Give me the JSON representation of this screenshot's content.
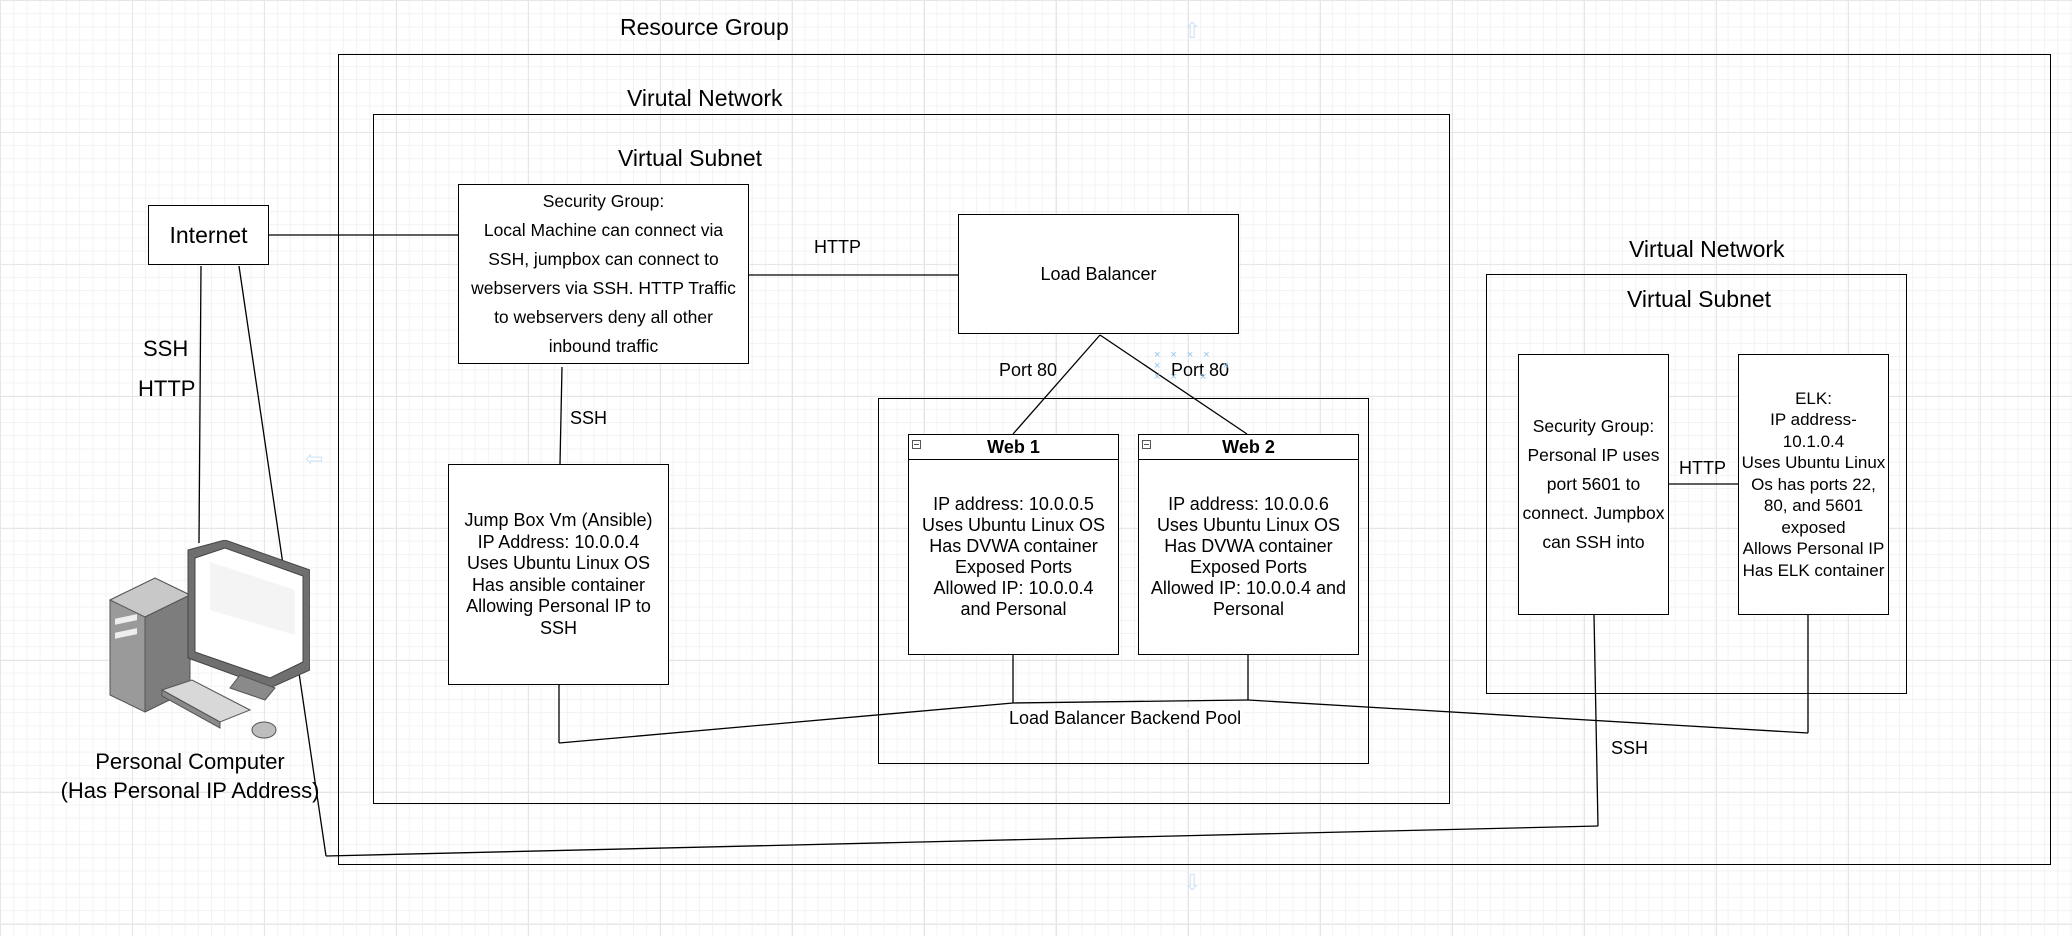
{
  "resource_group": {
    "label": "Resource Group"
  },
  "vnet1": {
    "label": "Virutal Network",
    "subnet_label": "Virtual Subnet",
    "security_group": "Security Group:\nLocal Machine can connect via\nSSH, jumpbox can connect to\nwebservers via SSH. HTTP Traffic\nto webservers deny all other\ninbound traffic",
    "load_balancer": "Load Balancer",
    "http_label": "HTTP",
    "ssh_label": "SSH",
    "port_web1": "Port 80",
    "port_web2": "Port 80",
    "jumpbox": "Jump Box Vm (Ansible)\nIP Address: 10.0.0.4\nUses Ubuntu Linux OS\nHas ansible container\nAllowing Personal IP to\nSSH",
    "web1": {
      "title": "Web 1",
      "body": "IP address: 10.0.0.5\nUses Ubuntu Linux OS\nHas DVWA container\nExposed Ports\nAllowed IP: 10.0.0.4\nand Personal"
    },
    "web2": {
      "title": "Web 2",
      "body": "IP address: 10.0.0.6\nUses Ubuntu Linux OS\nHas DVWA container\nExposed Ports\nAllowed IP: 10.0.0.4 and\nPersonal"
    },
    "backend_pool": "Load Balancer Backend Pool"
  },
  "vnet2": {
    "label": "Virtual Network",
    "subnet_label": "Virtual Subnet",
    "security_group": "Security Group:\nPersonal IP uses\nport 5601 to\nconnect. Jumpbox\ncan SSH into",
    "http_label": "HTTP",
    "elk": "ELK:\nIP address-\n10.1.0.4\nUses Ubuntu Linux\nOs has ports 22,\n80, and 5601\nexposed\nAllows Personal IP\nHas ELK container"
  },
  "internet": {
    "label": "Internet"
  },
  "left_labels": {
    "ssh": "SSH",
    "http": "HTTP"
  },
  "computer": {
    "caption": "Personal Computer\n(Has Personal IP Address)",
    "icon": "desktop-computer-icon"
  },
  "ssh_bottom": "SSH",
  "colors": {
    "grid": "#e6e6e6",
    "line": "#000000",
    "selection": "#8fc4ea"
  }
}
